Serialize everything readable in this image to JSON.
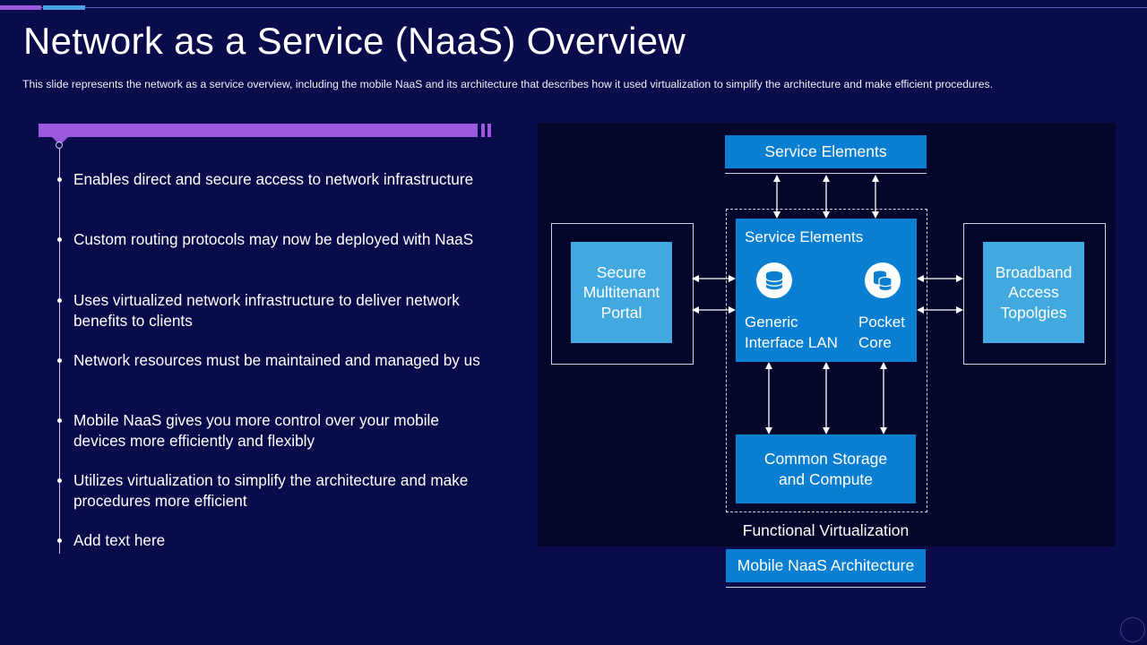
{
  "slide": {
    "title": "Network as a Service (NaaS) Overview",
    "subtitle": "This slide represents the network as a service overview,  including the mobile NaaS and its architecture that describes how it used virtualization to simplify the architecture and make efficient procedures."
  },
  "bullets": [
    "Enables direct and secure access to network infrastructure",
    "Custom routing protocols may now be deployed with NaaS",
    "Uses virtualized network infrastructure to deliver network benefits to clients",
    "Network resources must be maintained and managed by us",
    "Mobile NaaS gives you more control over your mobile devices more efficiently and flexibly",
    "Utilizes virtualization  to simplify the architecture and make procedures more efficient",
    "Add text here"
  ],
  "diagram": {
    "top_box": "Service Elements",
    "inner_title": "Service Elements",
    "generic_label": "Generic Interface LAN",
    "pocket_label": "Pocket Core",
    "left_box": "Secure Multitenant Portal",
    "right_box": "Broadband Access Topolgies",
    "storage_box": "Common Storage and Compute",
    "virtualization_label": "Functional Virtualization",
    "caption": "Mobile NaaS Architecture"
  },
  "icons": {
    "generic": "database-icon",
    "pocket": "database-stack-icon"
  },
  "colors": {
    "background": "#0a0b4a",
    "accent_purple": "#9b59e0",
    "accent_blue": "#4aa3e8",
    "box_blue": "#0a7fd1",
    "box_light_blue": "#41a9e0"
  }
}
